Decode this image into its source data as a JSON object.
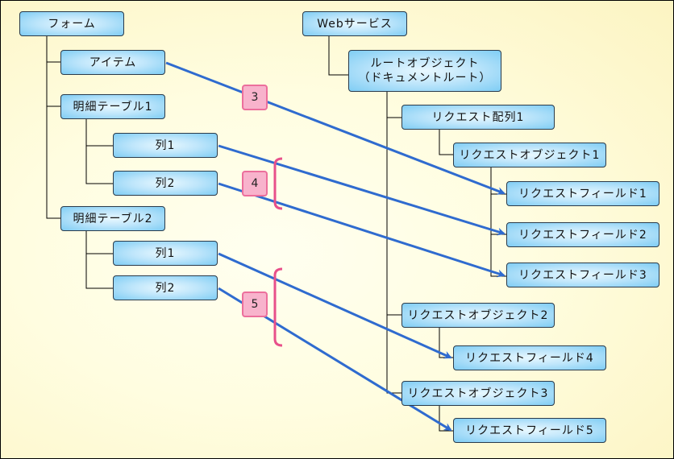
{
  "diagram": {
    "left_tree": {
      "root": "フォーム",
      "item": "アイテム",
      "table1": "明細テーブル1",
      "table1_col1": "列1",
      "table1_col2": "列2",
      "table2": "明細テーブル2",
      "table2_col1": "列1",
      "table2_col2": "列2"
    },
    "right_tree": {
      "root": "Webサービス",
      "root_object": "ルートオブジェクト\n（ドキュメントルート）",
      "request_array1": "リクエスト配列1",
      "request_object1": "リクエストオブジェクト1",
      "field1": "リクエストフィールド1",
      "field2": "リクエストフィールド2",
      "field3": "リクエストフィールド3",
      "request_object2": "リクエストオブジェクト2",
      "field4": "リクエストフィールド4",
      "request_object3": "リクエストオブジェクト3",
      "field5": "リクエストフィールド5"
    },
    "badges": [
      "3",
      "4",
      "5"
    ],
    "mappings": [
      {
        "from": "アイテム",
        "to": "リクエストフィールド1"
      },
      {
        "from": "明細テーブル1/列1",
        "to": "リクエストフィールド2"
      },
      {
        "from": "明細テーブル1/列2",
        "to": "リクエストフィールド3"
      },
      {
        "from": "明細テーブル2/列1",
        "to": "リクエストフィールド4"
      },
      {
        "from": "明細テーブル2/列2",
        "to": "リクエストフィールド5"
      }
    ],
    "colors": {
      "arrow": "#2f6bcf",
      "bracket": "#e8508a",
      "badge_fill": "#f8b3cc",
      "connector": "#000000"
    }
  }
}
